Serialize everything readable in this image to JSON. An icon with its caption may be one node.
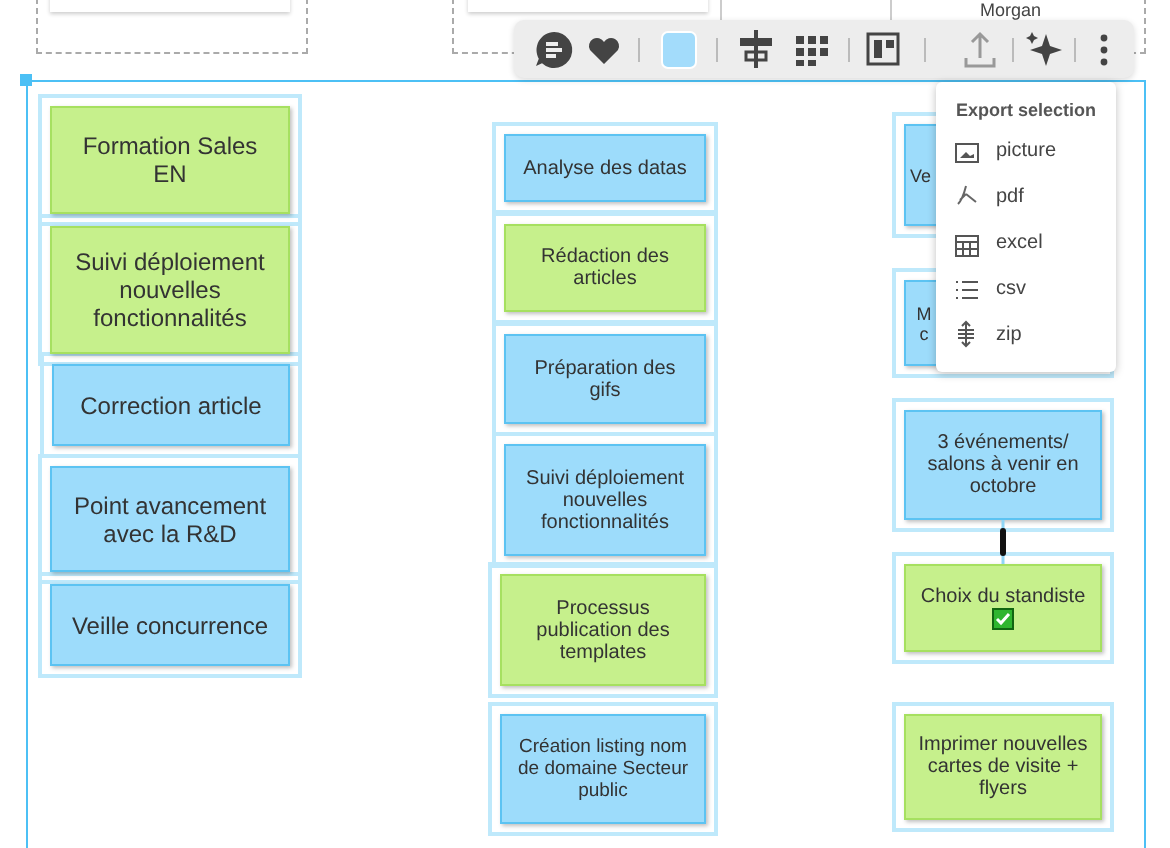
{
  "diagram": {
    "nodes": [
      {
        "text": [
          "Formation Sales EN"
        ]
      },
      {
        "text": [
          "Suivi déploiement nouvelles fonctionnalités"
        ]
      },
      {
        "text": [
          "Correction article"
        ]
      },
      {
        "text": [
          "Point avancement avec la R&D"
        ]
      },
      {
        "text": [
          "Veille concurrence"
        ]
      },
      {
        "text": [
          "Analyse des datas"
        ]
      },
      {
        "text": [
          "Rédaction des articles"
        ]
      },
      {
        "text": [
          "Préparation des gifs"
        ]
      },
      {
        "text": [
          "Suivi déploiement nouvelles fonctionnalités"
        ]
      },
      {
        "text": [
          "Processus publication des templates"
        ]
      },
      {
        "text": [
          "Création listing nom de domaine Secteur public"
        ]
      },
      {
        "text": [
          "Ve"
        ]
      },
      {
        "text": [
          "M c"
        ]
      },
      {
        "text": [
          "3 événements/ salons à venir en octobre"
        ]
      },
      {
        "text": [
          "Choix du standiste"
        ]
      },
      {
        "text": [
          "Imprimer nouvelles cartes de visite + flyers"
        ]
      }
    ],
    "edges": [
      {
        "from": 13,
        "to": 14,
        "arrow": "none"
      }
    ],
    "labels": [
      "Morgan",
      "Export selection",
      "picture",
      "pdf",
      "excel",
      "csv",
      "zip"
    ]
  }
}
